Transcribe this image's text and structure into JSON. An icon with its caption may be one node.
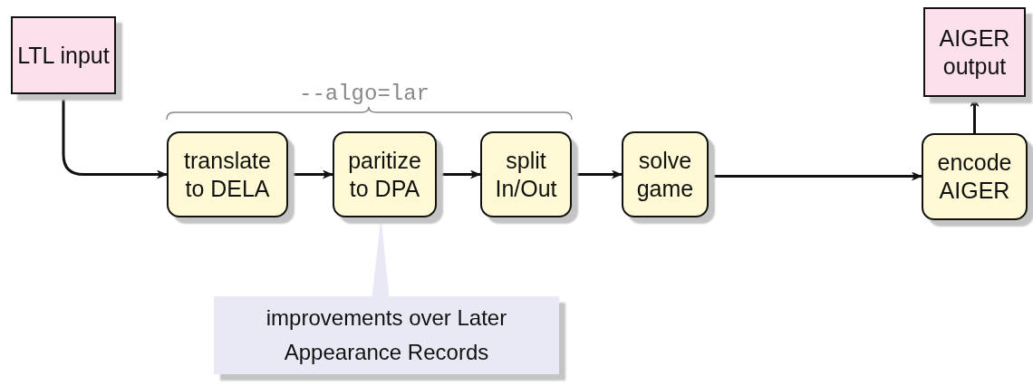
{
  "diagram": {
    "nodes": [
      {
        "text": [
          "LTL input"
        ]
      },
      {
        "text": [
          "translate to DELA"
        ]
      },
      {
        "text": [
          "paritize to DPA"
        ]
      },
      {
        "text": [
          "split In/Out"
        ]
      },
      {
        "text": [
          "solve game"
        ]
      },
      {
        "text": [
          "encode AIGER"
        ]
      },
      {
        "text": [
          "AIGER output"
        ]
      },
      {
        "text": [
          "improvements over Later Appearance Records"
        ]
      }
    ],
    "edges": [
      {
        "from": 0,
        "to": 1,
        "arrow": "to"
      },
      {
        "from": 1,
        "to": 2,
        "arrow": "to"
      },
      {
        "from": 2,
        "to": 3,
        "arrow": "to"
      },
      {
        "from": 3,
        "to": 4,
        "arrow": "to"
      },
      {
        "from": 4,
        "to": 5,
        "arrow": "to"
      },
      {
        "from": 5,
        "to": 6,
        "arrow": "to"
      },
      {
        "from": 7,
        "to": 2,
        "arrow": "none"
      }
    ],
    "labels": [
      "--algo=lar"
    ]
  }
}
